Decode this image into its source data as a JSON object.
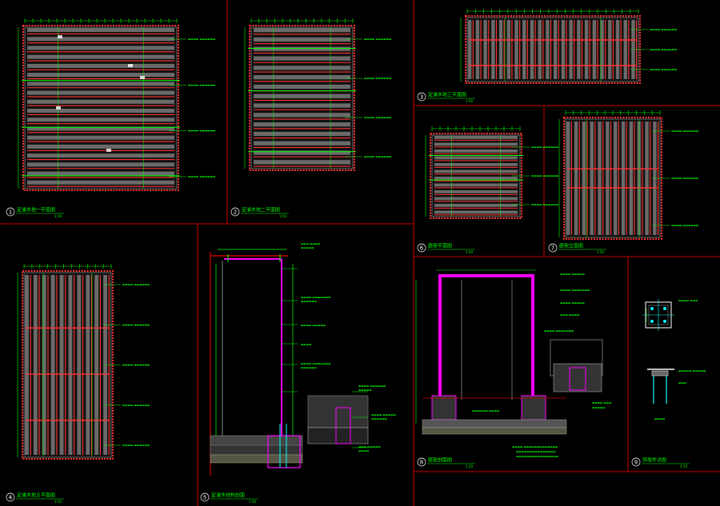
{
  "drawing": {
    "colors": {
      "background": "#000000",
      "frame": "#cc0000",
      "dimension": "#00ff00",
      "plank": "#888888",
      "joist": "#ff3333",
      "steel": "#ff00ff",
      "annotation": "#00ff00",
      "text_white": "#ffffff",
      "concrete": "#999999",
      "anchor": "#00ffff"
    },
    "views": [
      {
        "number": "1",
        "title": "定浦木地一平面图",
        "scale": "1:50"
      },
      {
        "number": "2",
        "title": "定浦木地二平面图",
        "scale": "1:50"
      },
      {
        "number": "3",
        "title": "定浦木地三平面图",
        "scale": "1:50"
      },
      {
        "number": "4",
        "title": "定浦木地五平面图",
        "scale": "1:50"
      },
      {
        "number": "5",
        "title": "定浦木结构剖面",
        "scale": "1:20"
      },
      {
        "number": "6",
        "title": "廊架平面图",
        "scale": "1:50"
      },
      {
        "number": "7",
        "title": "廊架立面图",
        "scale": "1:50"
      },
      {
        "number": "8",
        "title": "廊架剖面图",
        "scale": "1:20"
      },
      {
        "number": "9",
        "title": "预埋件详图",
        "scale": "1:10"
      }
    ]
  }
}
